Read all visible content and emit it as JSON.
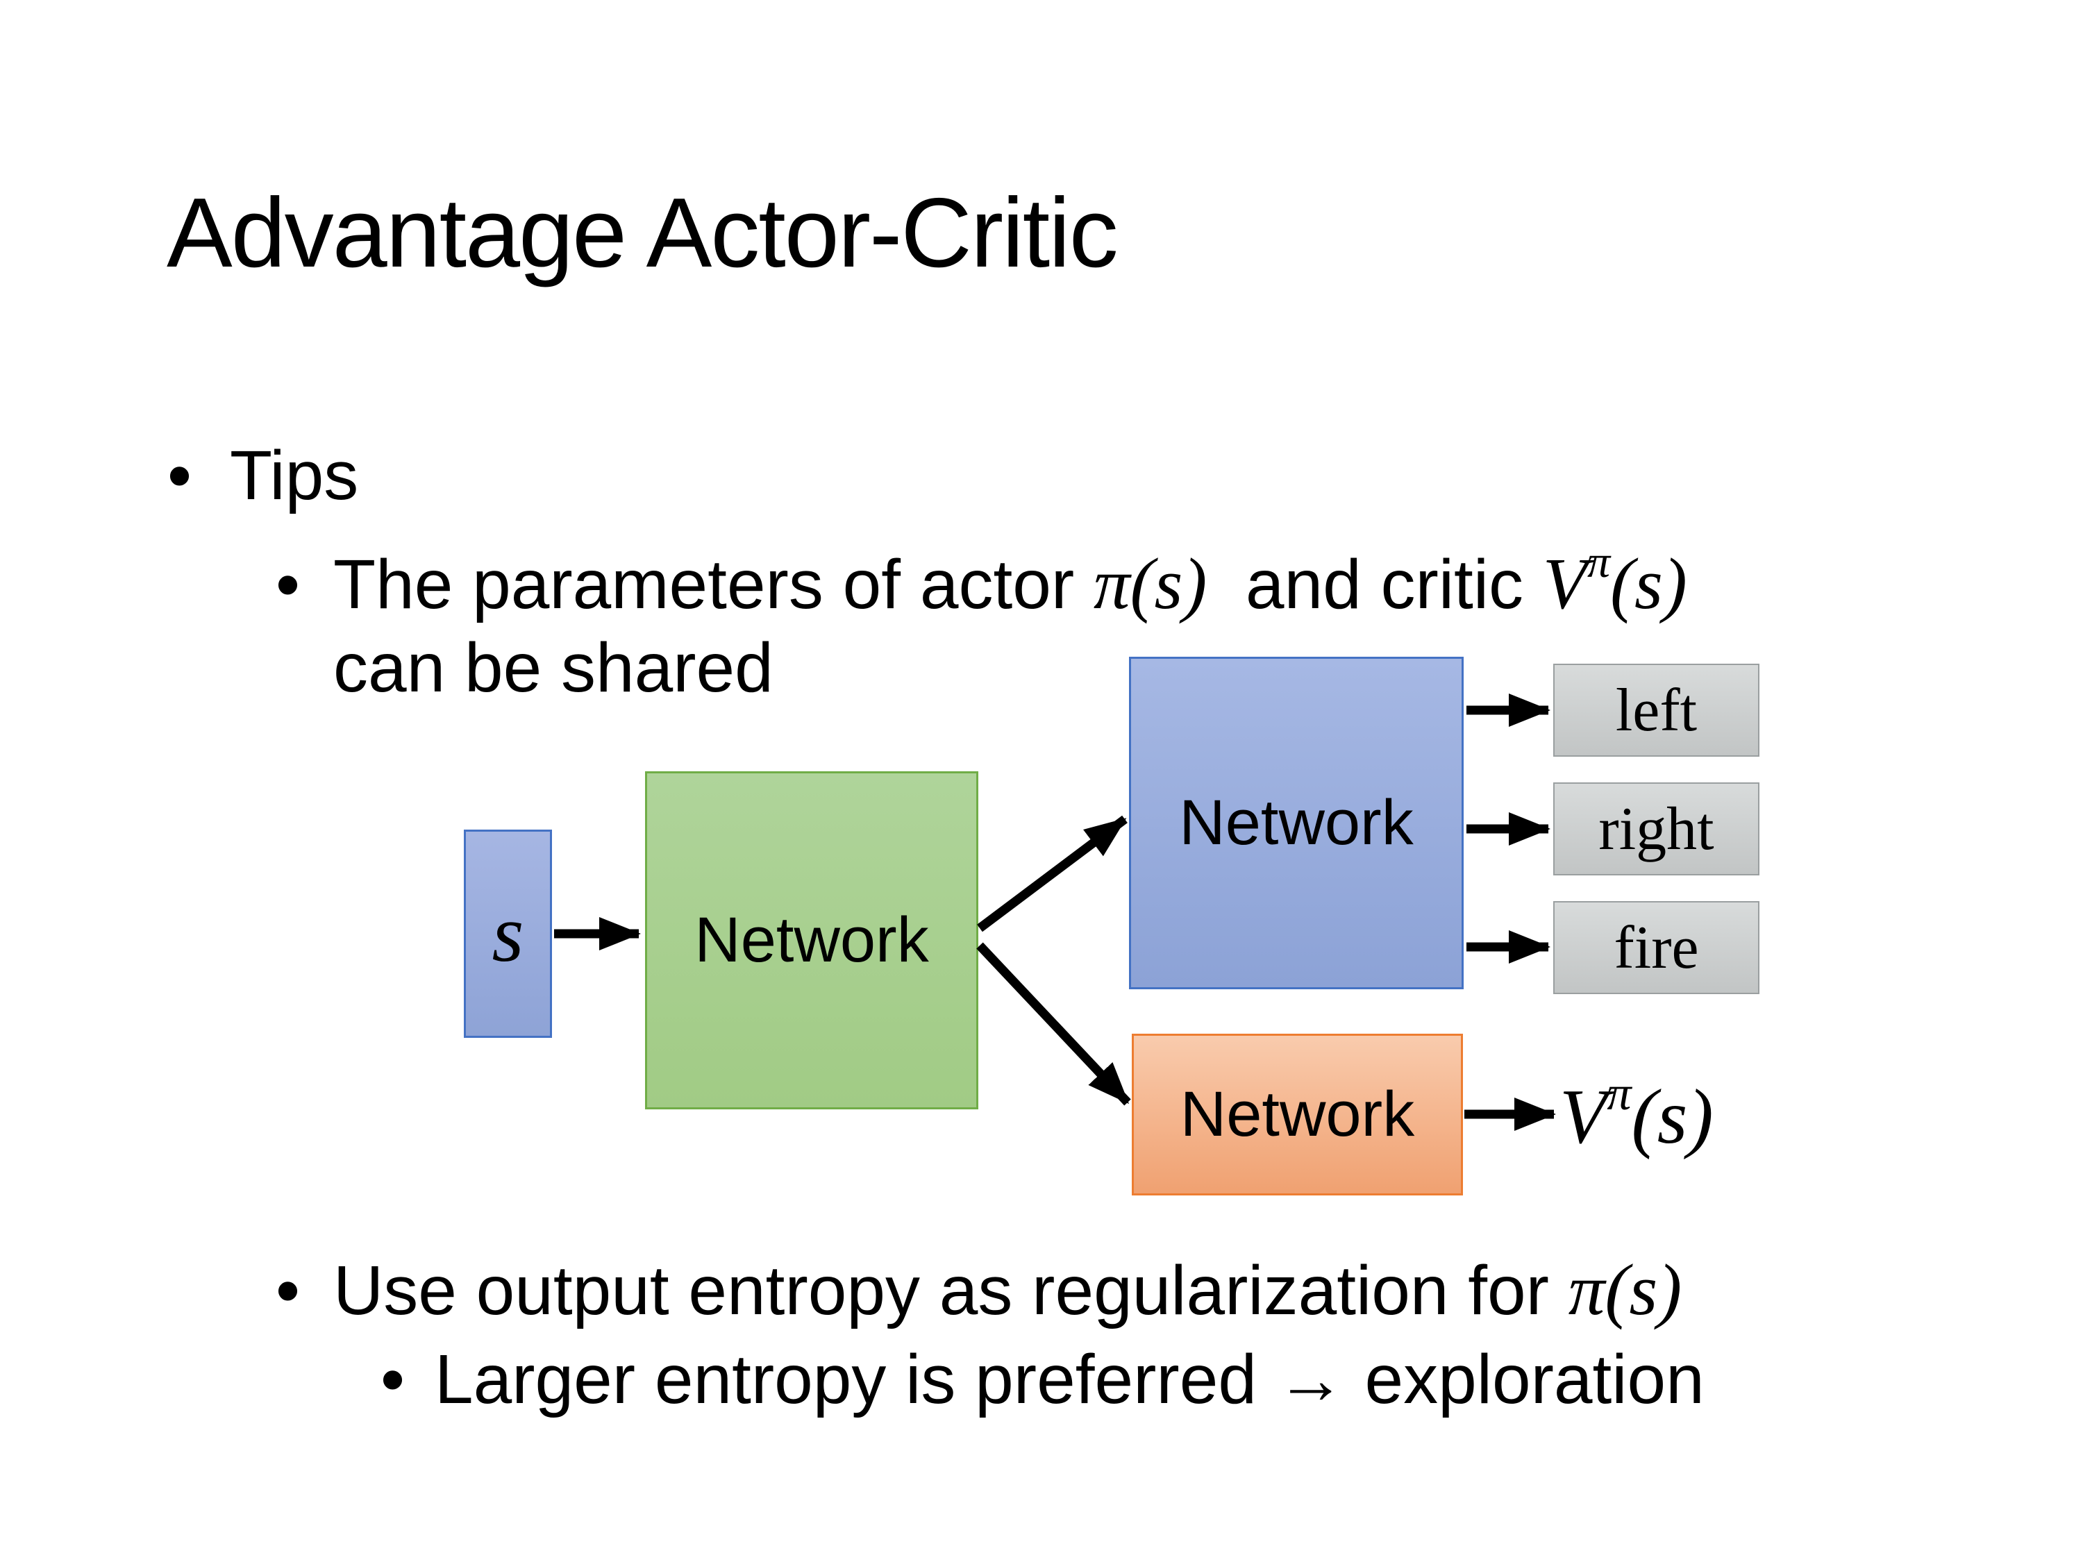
{
  "slide": {
    "title": "Advantage Actor-Critic",
    "bullet_char": "•",
    "bullets": {
      "tips": "Tips",
      "shared_params": {
        "pre": "The parameters of actor ",
        "actor_math": "π(s)",
        "mid": "  and critic ",
        "critic_v": "V",
        "critic_sup": "π",
        "critic_args": "(s)",
        "line2": "can be shared"
      },
      "entropy": {
        "pre": "Use output entropy as regularization for ",
        "math": "π(s)"
      },
      "exploration": "Larger entropy is preferred → exploration"
    }
  },
  "diagram": {
    "state_label": "s",
    "shared_network_label": "Network",
    "actor_network_label": "Network",
    "critic_network_label": "Network",
    "actions": [
      "left",
      "right",
      "fire"
    ],
    "value_output": {
      "v": "V",
      "sup": "π",
      "args": "(s)"
    }
  },
  "colors": {
    "background": "#FFFFFF",
    "text": "#000000",
    "arrow": "#000000",
    "state_fill_top": "#A6B6E3",
    "state_fill_bottom": "#8EA3D6",
    "state_border": "#4472C4",
    "shared_fill_top": "#AFD49A",
    "shared_fill_bottom": "#A1CB85",
    "shared_border": "#70AD47",
    "actor_fill_top": "#A6B8E4",
    "actor_fill_bottom": "#8CA2D6",
    "actor_border": "#4472C4",
    "critic_fill_top": "#F9CBAD",
    "critic_fill_bottom": "#F0A171",
    "critic_border": "#ED7D31",
    "action_fill_top": "#D8DBDB",
    "action_fill_bottom": "#C2C5C5",
    "action_border": "#9A9FA0"
  }
}
